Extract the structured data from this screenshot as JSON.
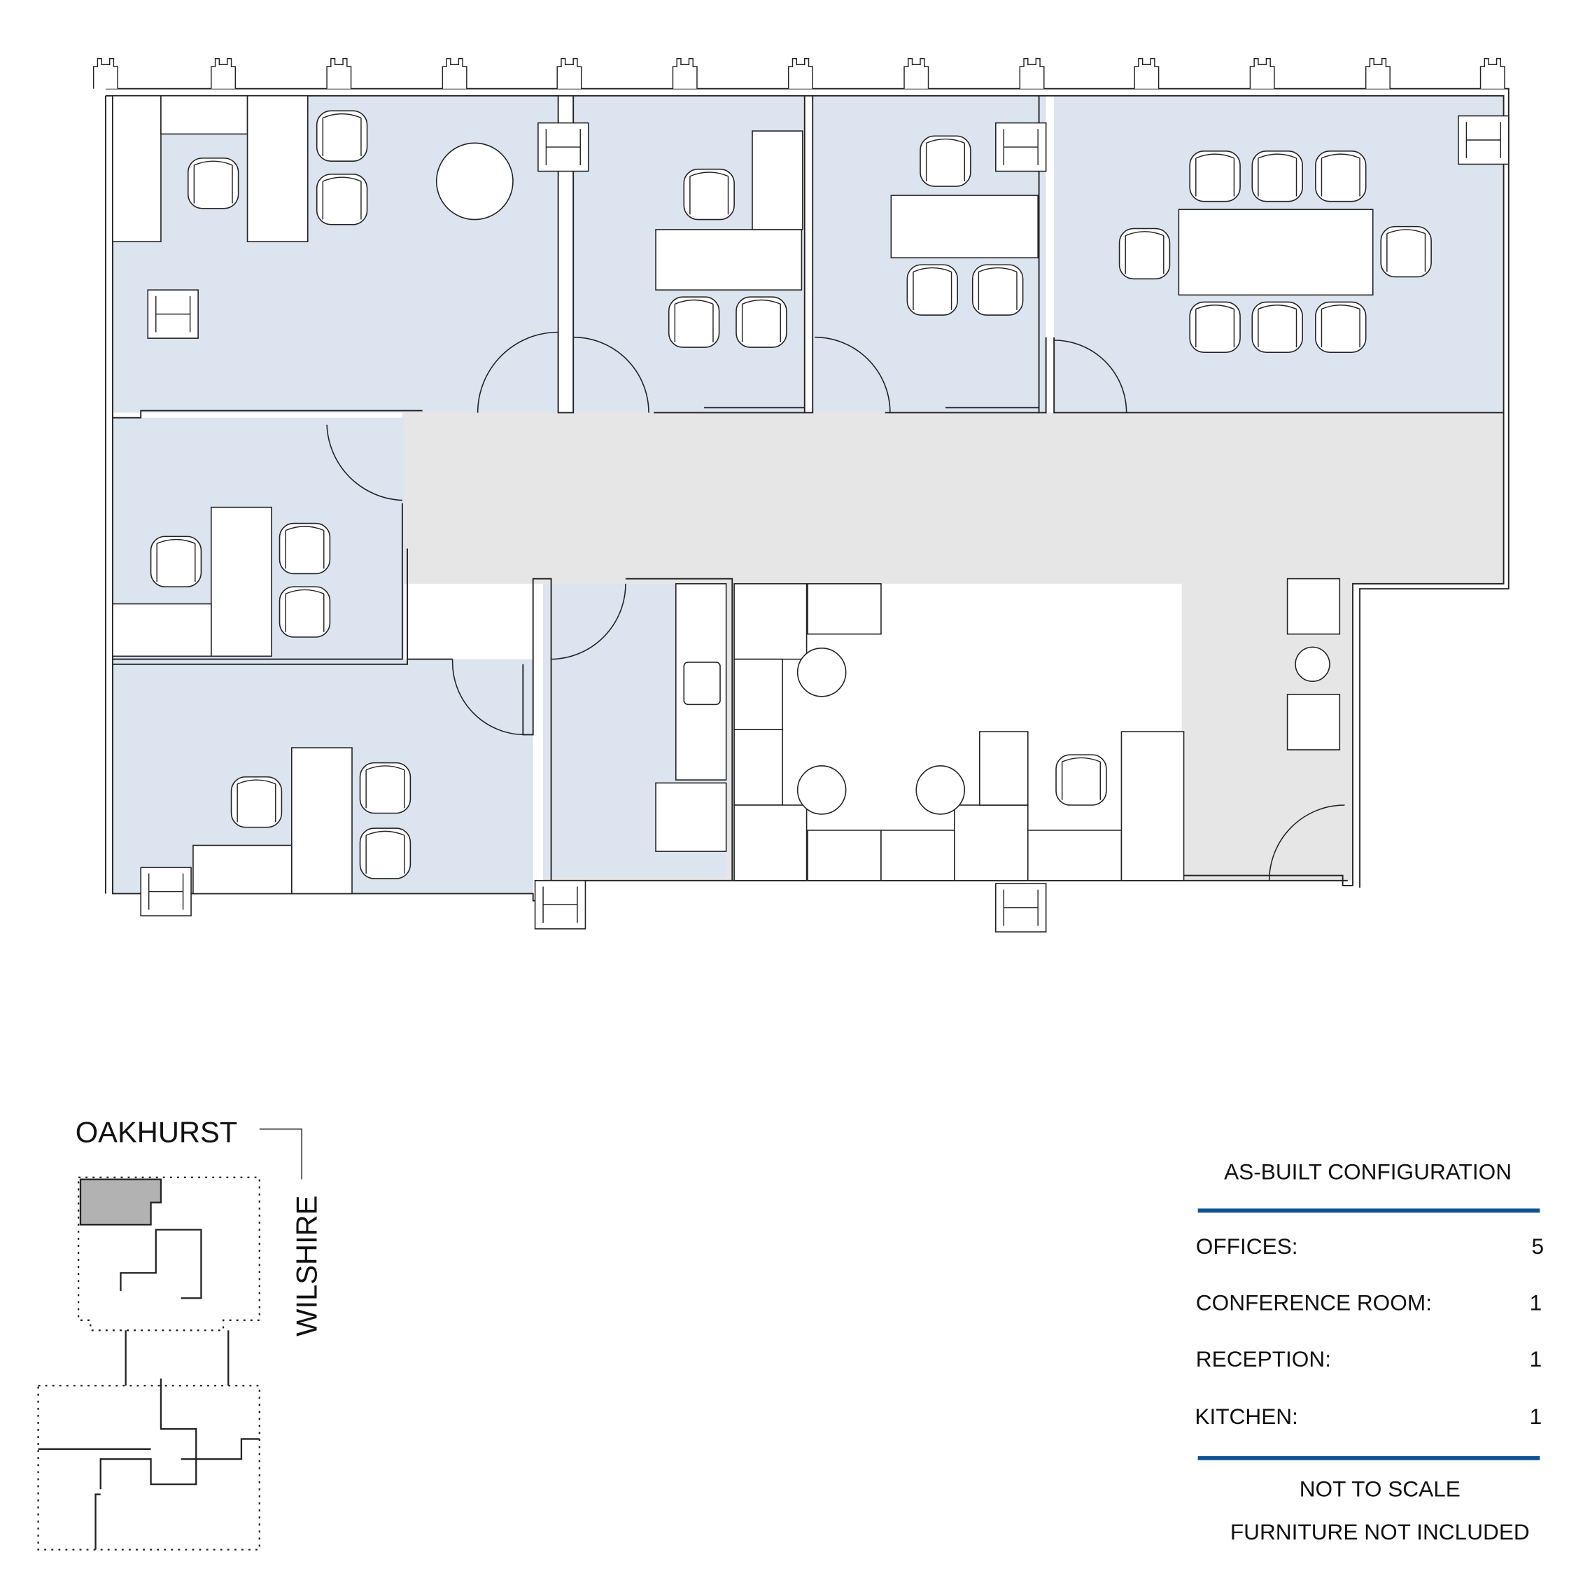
{
  "key_plan": {
    "street_north": "OAKHURST",
    "street_east": "WILSHIRE"
  },
  "legend": {
    "title": "AS-BUILT CONFIGURATION",
    "rows": [
      {
        "label": "OFFICES:",
        "value": "5"
      },
      {
        "label": "CONFERENCE ROOM:",
        "value": "1"
      },
      {
        "label": "RECEPTION:",
        "value": "1"
      },
      {
        "label": "KITCHEN:",
        "value": "1"
      }
    ],
    "notes": [
      "NOT TO SCALE",
      "FURNITURE NOT INCLUDED"
    ],
    "rule_color": "#0e5190"
  },
  "colors": {
    "office_fill": "#dbe4ef",
    "common_fill": "#e6e6e6",
    "suite_highlight": "#b2b2b2"
  }
}
